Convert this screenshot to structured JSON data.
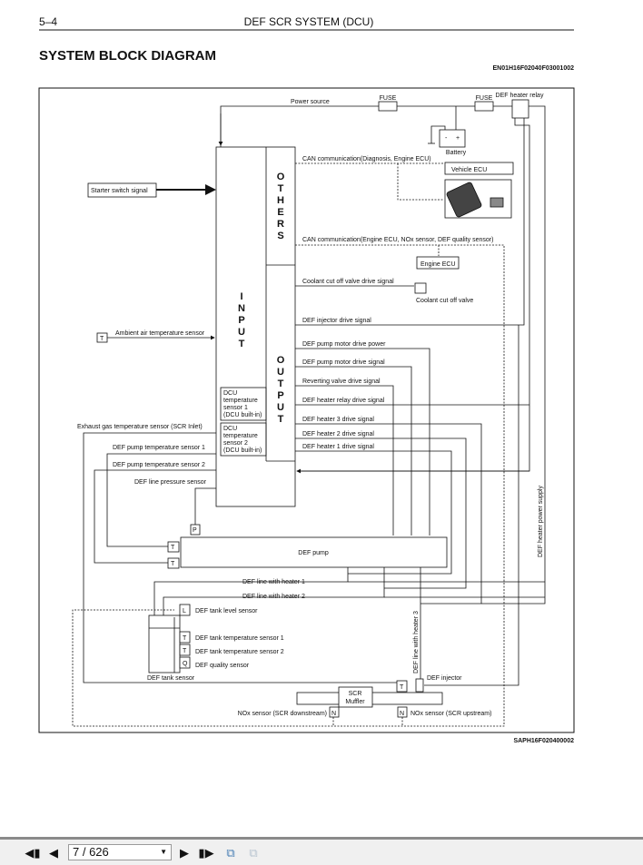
{
  "header": {
    "page_number": "5–4",
    "section_title": "DEF SCR SYSTEM (DCU)"
  },
  "title": "SYSTEM BLOCK DIAGRAM",
  "doc_code": "EN01H16F02040F03001002",
  "figure_code": "SAPH16F020400002",
  "diagram": {
    "power_source": "Power source",
    "fuse1": "FUSE",
    "fuse2": "FUSE",
    "def_heater_relay": "DEF heater relay",
    "battery": "Battery",
    "battery_minus": "-",
    "battery_plus": "+",
    "others": [
      "O",
      "T",
      "H",
      "E",
      "R",
      "S"
    ],
    "input": [
      "I",
      "N",
      "P",
      "U",
      "T"
    ],
    "output": [
      "O",
      "U",
      "T",
      "P",
      "U",
      "T"
    ],
    "can1": "CAN communication(Diagnosis, Engine ECU)",
    "vehicle_ecu": "Vehicle ECU",
    "starter_switch": "Starter switch signal",
    "can2": "CAN communication(Engine ECU, NOx sensor, DEF quality sensor)",
    "engine_ecu": "Engine ECU",
    "coolant_signal": "Coolant cut off valve drive signal",
    "coolant_valve": "Coolant cut off valve",
    "injector_signal": "DEF injector drive signal",
    "ambient": "Ambient air temperature sensor",
    "pump_power": "DEF pump motor drive power",
    "pump_signal": "DEF pump motor drive signal",
    "reverting": "Reverting valve drive signal",
    "heater_relay_signal": "DEF heater relay drive signal",
    "heater3_signal": "DEF heater 3 drive signal",
    "heater2_signal": "DEF heater 2 drive signal",
    "heater1_signal": "DEF heater 1 drive signal",
    "dcu_temp1": [
      "DCU",
      "temperature",
      "sensor 1",
      "(DCU built-in)"
    ],
    "dcu_temp2": [
      "DCU",
      "temperature",
      "sensor 2",
      "(DCU built-in)"
    ],
    "exhaust_temp": "Exhaust gas temperature sensor (SCR Inlet)",
    "pump_temp1": "DEF pump temperature sensor 1",
    "pump_temp2": "DEF pump temperature sensor 2",
    "line_pressure": "DEF line pressure sensor",
    "def_pump": "DEF pump",
    "line_heater1": "DEF line with heater 1",
    "line_heater2": "DEF line with heater 2",
    "line_heater3": "DEF line with heater 3",
    "heater_power_supply": "DEF heater power supply",
    "tank_level": "DEF tank level sensor",
    "tank_temp1": "DEF tank temperature sensor 1",
    "tank_temp2": "DEF tank temperature sensor 2",
    "quality": "DEF quality sensor",
    "tank_sensor": "DEF tank sensor",
    "def_injector": "DEF injector",
    "scr_muffler": [
      "SCR",
      "Muffler"
    ],
    "nox_down": "NOx sensor (SCR downstream)",
    "nox_up": "NOx sensor (SCR upstream)",
    "sym_T": "T",
    "sym_P": "P",
    "sym_L": "L",
    "sym_Q": "Q",
    "sym_N": "N"
  },
  "toolbar": {
    "page_indicator": "7 / 626"
  }
}
